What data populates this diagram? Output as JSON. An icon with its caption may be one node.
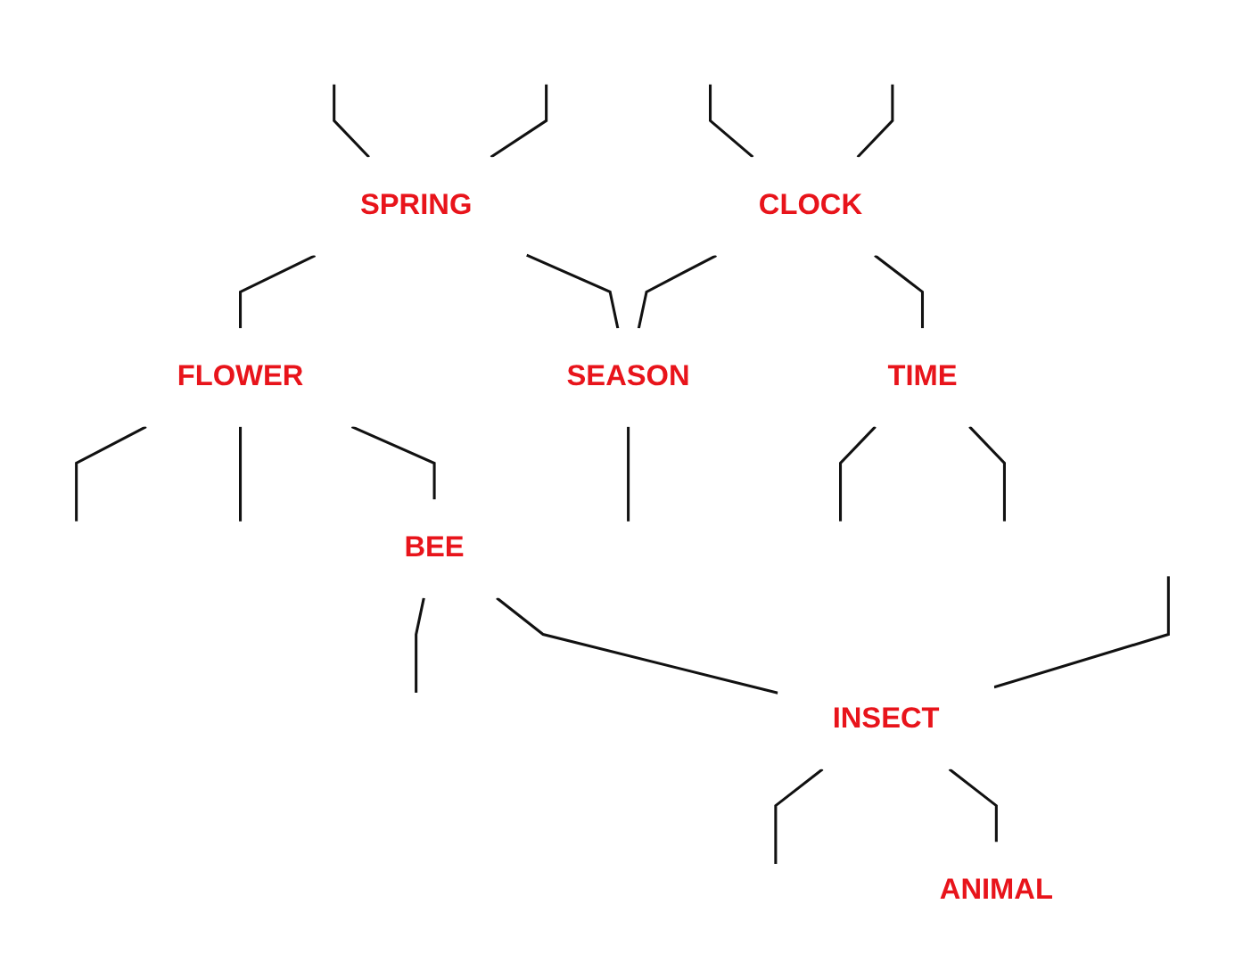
{
  "diagram": {
    "nodes": [
      {
        "text": [
          "CLOCK"
        ]
      },
      {
        "text": [
          "SPRING"
        ]
      },
      {
        "text": [
          "FLOWER"
        ]
      },
      {
        "text": [
          "TIME"
        ]
      },
      {
        "text": [
          "SEASON"
        ]
      },
      {
        "text": [
          "BEE"
        ]
      },
      {
        "text": [
          "INSECT"
        ]
      },
      {
        "text": [
          "ANIMAL"
        ]
      }
    ],
    "edges": [
      {
        "from": 0,
        "to": 3,
        "arrow": "none"
      },
      {
        "from": 0,
        "to": 4,
        "arrow": "none"
      },
      {
        "from": 1,
        "to": 4,
        "arrow": "none"
      },
      {
        "from": 1,
        "to": 2,
        "arrow": "none"
      },
      {
        "from": 2,
        "to": 5,
        "arrow": "none"
      },
      {
        "from": 5,
        "to": 6,
        "arrow": "none"
      },
      {
        "from": 6,
        "to": 7,
        "arrow": "none"
      },
      {
        "from": null,
        "to": 0,
        "arrow": "none"
      },
      {
        "from": null,
        "to": 0,
        "arrow": "none"
      },
      {
        "from": null,
        "to": 1,
        "arrow": "none"
      },
      {
        "from": null,
        "to": 1,
        "arrow": "none"
      },
      {
        "from": 2,
        "to": null,
        "arrow": "none"
      },
      {
        "from": 2,
        "to": null,
        "arrow": "none"
      },
      {
        "from": 3,
        "to": null,
        "arrow": "none"
      },
      {
        "from": 3,
        "to": null,
        "arrow": "none"
      },
      {
        "from": 4,
        "to": null,
        "arrow": "none"
      },
      {
        "from": 5,
        "to": null,
        "arrow": "none"
      },
      {
        "from": null,
        "to": 6,
        "arrow": "none"
      },
      {
        "from": 6,
        "to": null,
        "arrow": "none"
      }
    ]
  }
}
